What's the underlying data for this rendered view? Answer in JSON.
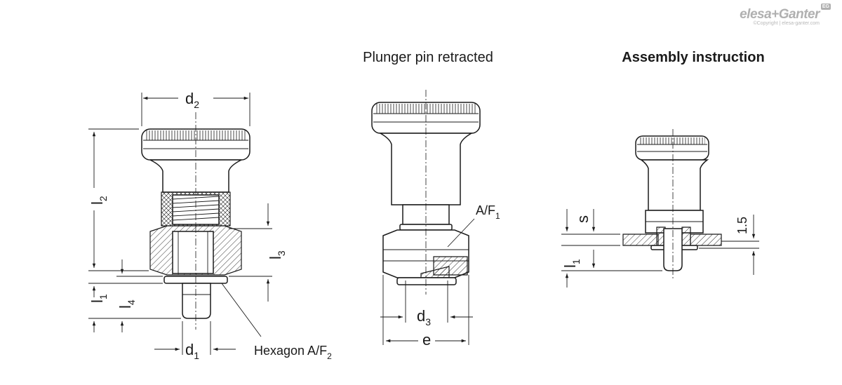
{
  "logo": {
    "brand": "elesa+Ganter",
    "badge": "EG",
    "copyright": "©Copyright | elesa-ganter.com"
  },
  "titles": {
    "plunger_retracted": "Plunger pin retracted",
    "assembly": "Assembly instruction"
  },
  "labels": {
    "d2": {
      "main": "d",
      "sub": "2"
    },
    "l2": {
      "main": "l",
      "sub": "2"
    },
    "l3": {
      "main": "l",
      "sub": "3"
    },
    "l1_left": {
      "main": "l",
      "sub": "1"
    },
    "l4": {
      "main": "l",
      "sub": "4"
    },
    "d1": {
      "main": "d",
      "sub": "1"
    },
    "hexagon": {
      "main": "Hexagon A/F",
      "sub": "2"
    },
    "af1": {
      "main": "A/F",
      "sub": "1"
    },
    "d3": {
      "main": "d",
      "sub": "3"
    },
    "e": {
      "main": "e"
    },
    "s": {
      "main": "s"
    },
    "l1_right": {
      "main": "l",
      "sub": "1"
    },
    "gap": {
      "main": "1.5"
    }
  },
  "colors": {
    "line": "#1a1a1a",
    "logo": "#b0b0b0"
  }
}
